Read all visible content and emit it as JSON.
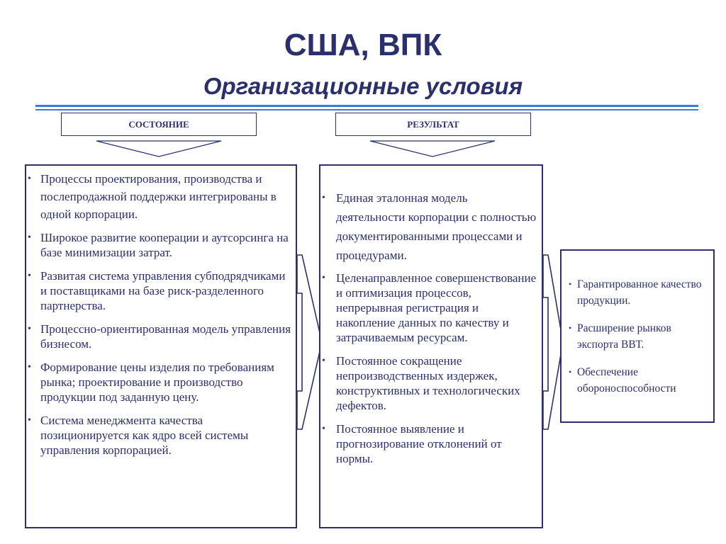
{
  "header": {
    "title": "США, ВПК",
    "subtitle": "Организационные условия"
  },
  "columns": {
    "state_label": "СОСТОЯНИЕ",
    "result_label": "РЕЗУЛЬТАТ"
  },
  "state_items": [
    "Процессы проектирования, производства и послепродажной поддержки интегрированы в одной корпорации.",
    "Широкое развитие кооперации и аутсорсинга на базе минимизации затрат.",
    "Развитая система управления субподрядчиками и поставщиками на базе риск-разделенного партнерства.",
    "Процессно-ориентированная модель управления бизнесом.",
    "Формирование цены изделия по требованиям рынка; проектирование и производство продукции под заданную цену.",
    "Система менеджмента качества позиционируется как ядро всей системы управления корпорацией."
  ],
  "result_items": [
    "Единая эталонная модель деятельности корпорации с полностью документированными процессами и процедурами.",
    "Целенаправленное совершенствование и оптимизация процессов, непрерывная регистрация и накопление данных по качеству и затрачиваемым ресурсам.",
    "Постоянное сокращение непроизводственных издержек, конструктивных и технологических дефектов.",
    "Постоянное выявление и прогнозирование отклонений от нормы."
  ],
  "outcome_items": [
    "Гарантированное качество продукции.",
    "Расширение рынков экспорта ВВТ.",
    "Обеспечение обороноспособности"
  ],
  "colors": {
    "text": "#2b2f6b",
    "accent_rule": "#3a7bd5"
  }
}
